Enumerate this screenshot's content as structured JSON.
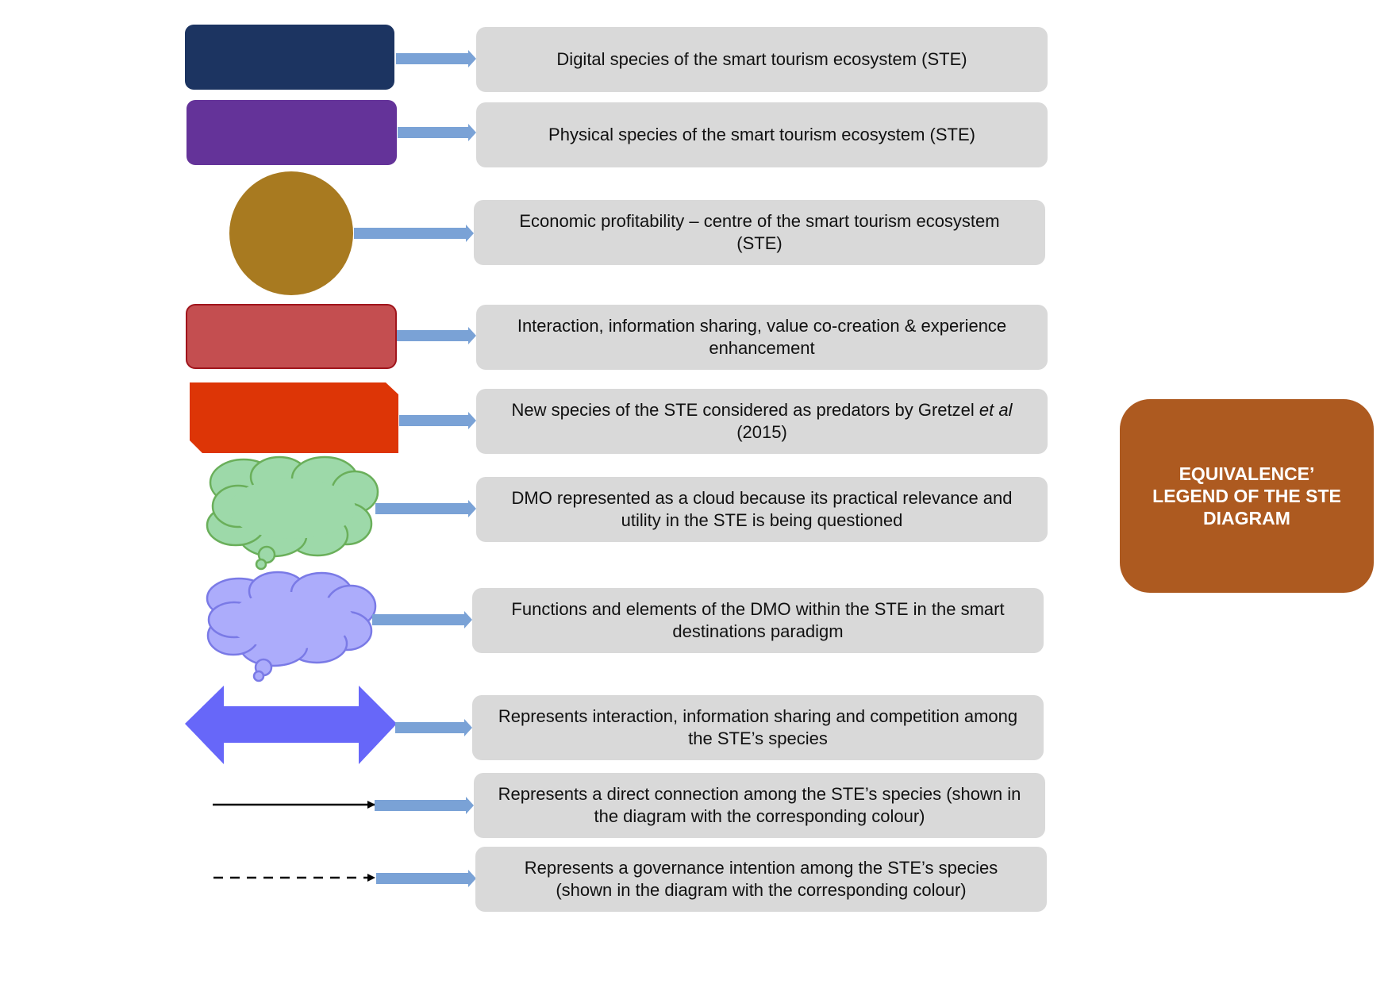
{
  "colors": {
    "digital_species": "#1c3461",
    "physical_species": "#643399",
    "economic_centre": "#a87a20",
    "interaction": "#c44e50",
    "interaction_border": "#a0151c",
    "predators": "#dd3506",
    "dmo_cloud_fill": "#9dd9a9",
    "dmo_cloud_stroke": "#6aaf5a",
    "functions_cloud_fill": "#acacfb",
    "functions_cloud_stroke": "#7a7ae6",
    "double_arrow": "#6767f9",
    "connector_arrow": "#7aa2d6",
    "description_box": "#d9d9d9",
    "title_box": "#ad5a20"
  },
  "legend": [
    {
      "symbol": "dark-blue-rounded-rectangle",
      "description": "Digital species of the smart tourism ecosystem (STE)"
    },
    {
      "symbol": "purple-rounded-rectangle",
      "description": "Physical species of the smart tourism ecosystem (STE)"
    },
    {
      "symbol": "gold-circle",
      "description": "Economic profitability – centre of the smart tourism ecosystem (STE)"
    },
    {
      "symbol": "red-rounded-rectangle",
      "description": "Interaction, information sharing, value co-creation & experience enhancement"
    },
    {
      "symbol": "orange-snipped-rectangle",
      "description_main": "New species of the STE considered as predators by Gretzel ",
      "description_italic": "et al",
      "description_end": " (2015)"
    },
    {
      "symbol": "green-cloud",
      "description": "DMO represented as a cloud because its practical relevance and utility in the STE is being questioned"
    },
    {
      "symbol": "lavender-cloud",
      "description": "Functions and elements of the DMO within the STE in the smart destinations paradigm"
    },
    {
      "symbol": "blue-double-arrow",
      "description": "Represents interaction, information sharing and competition among the STE’s species"
    },
    {
      "symbol": "solid-arrow-line",
      "description": "Represents a direct connection among the STE’s species (shown in the diagram with the corresponding colour)"
    },
    {
      "symbol": "dashed-arrow-line",
      "description": "Represents a governance intention among the STE’s species (shown in the diagram with the corresponding colour)"
    }
  ],
  "title": "EQUIVALENCE’ LEGEND OF THE STE DIAGRAM"
}
